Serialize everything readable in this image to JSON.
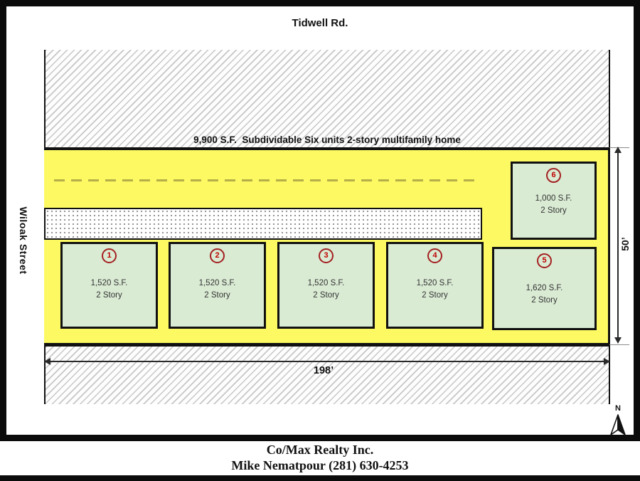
{
  "streets": {
    "top": "Tidwell Rd.",
    "left": "Wiloak Street"
  },
  "parcel": {
    "description": "9,900 S.F.  Subdividable Six units 2-story multifamily home",
    "frontage": "198’",
    "depth": "50’"
  },
  "units": [
    {
      "number": "1",
      "area": "1,520 S.F.",
      "stories": "2 Story"
    },
    {
      "number": "2",
      "area": "1,520 S.F.",
      "stories": "2 Story"
    },
    {
      "number": "3",
      "area": "1,520 S.F.",
      "stories": "2 Story"
    },
    {
      "number": "4",
      "area": "1,520 S.F.",
      "stories": "2 Story"
    },
    {
      "number": "5",
      "area": "1,620 S.F.",
      "stories": "2 Story"
    },
    {
      "number": "6",
      "area": "1,000 S.F.",
      "stories": "2 Story"
    }
  ],
  "compass": {
    "north": "N"
  },
  "footer": {
    "company": "Co/Max Realty Inc.",
    "agent": "Mike Nematpour (281) 630-4253"
  },
  "colors": {
    "lot_yellow": "#FCF962",
    "unit_green": "#DAEBD4",
    "unit_number_red": "#C00000",
    "hatch_line_gray": "#B9B9B9",
    "centerline_olive": "#B5AE49",
    "border_black": "#0B0B0B"
  }
}
